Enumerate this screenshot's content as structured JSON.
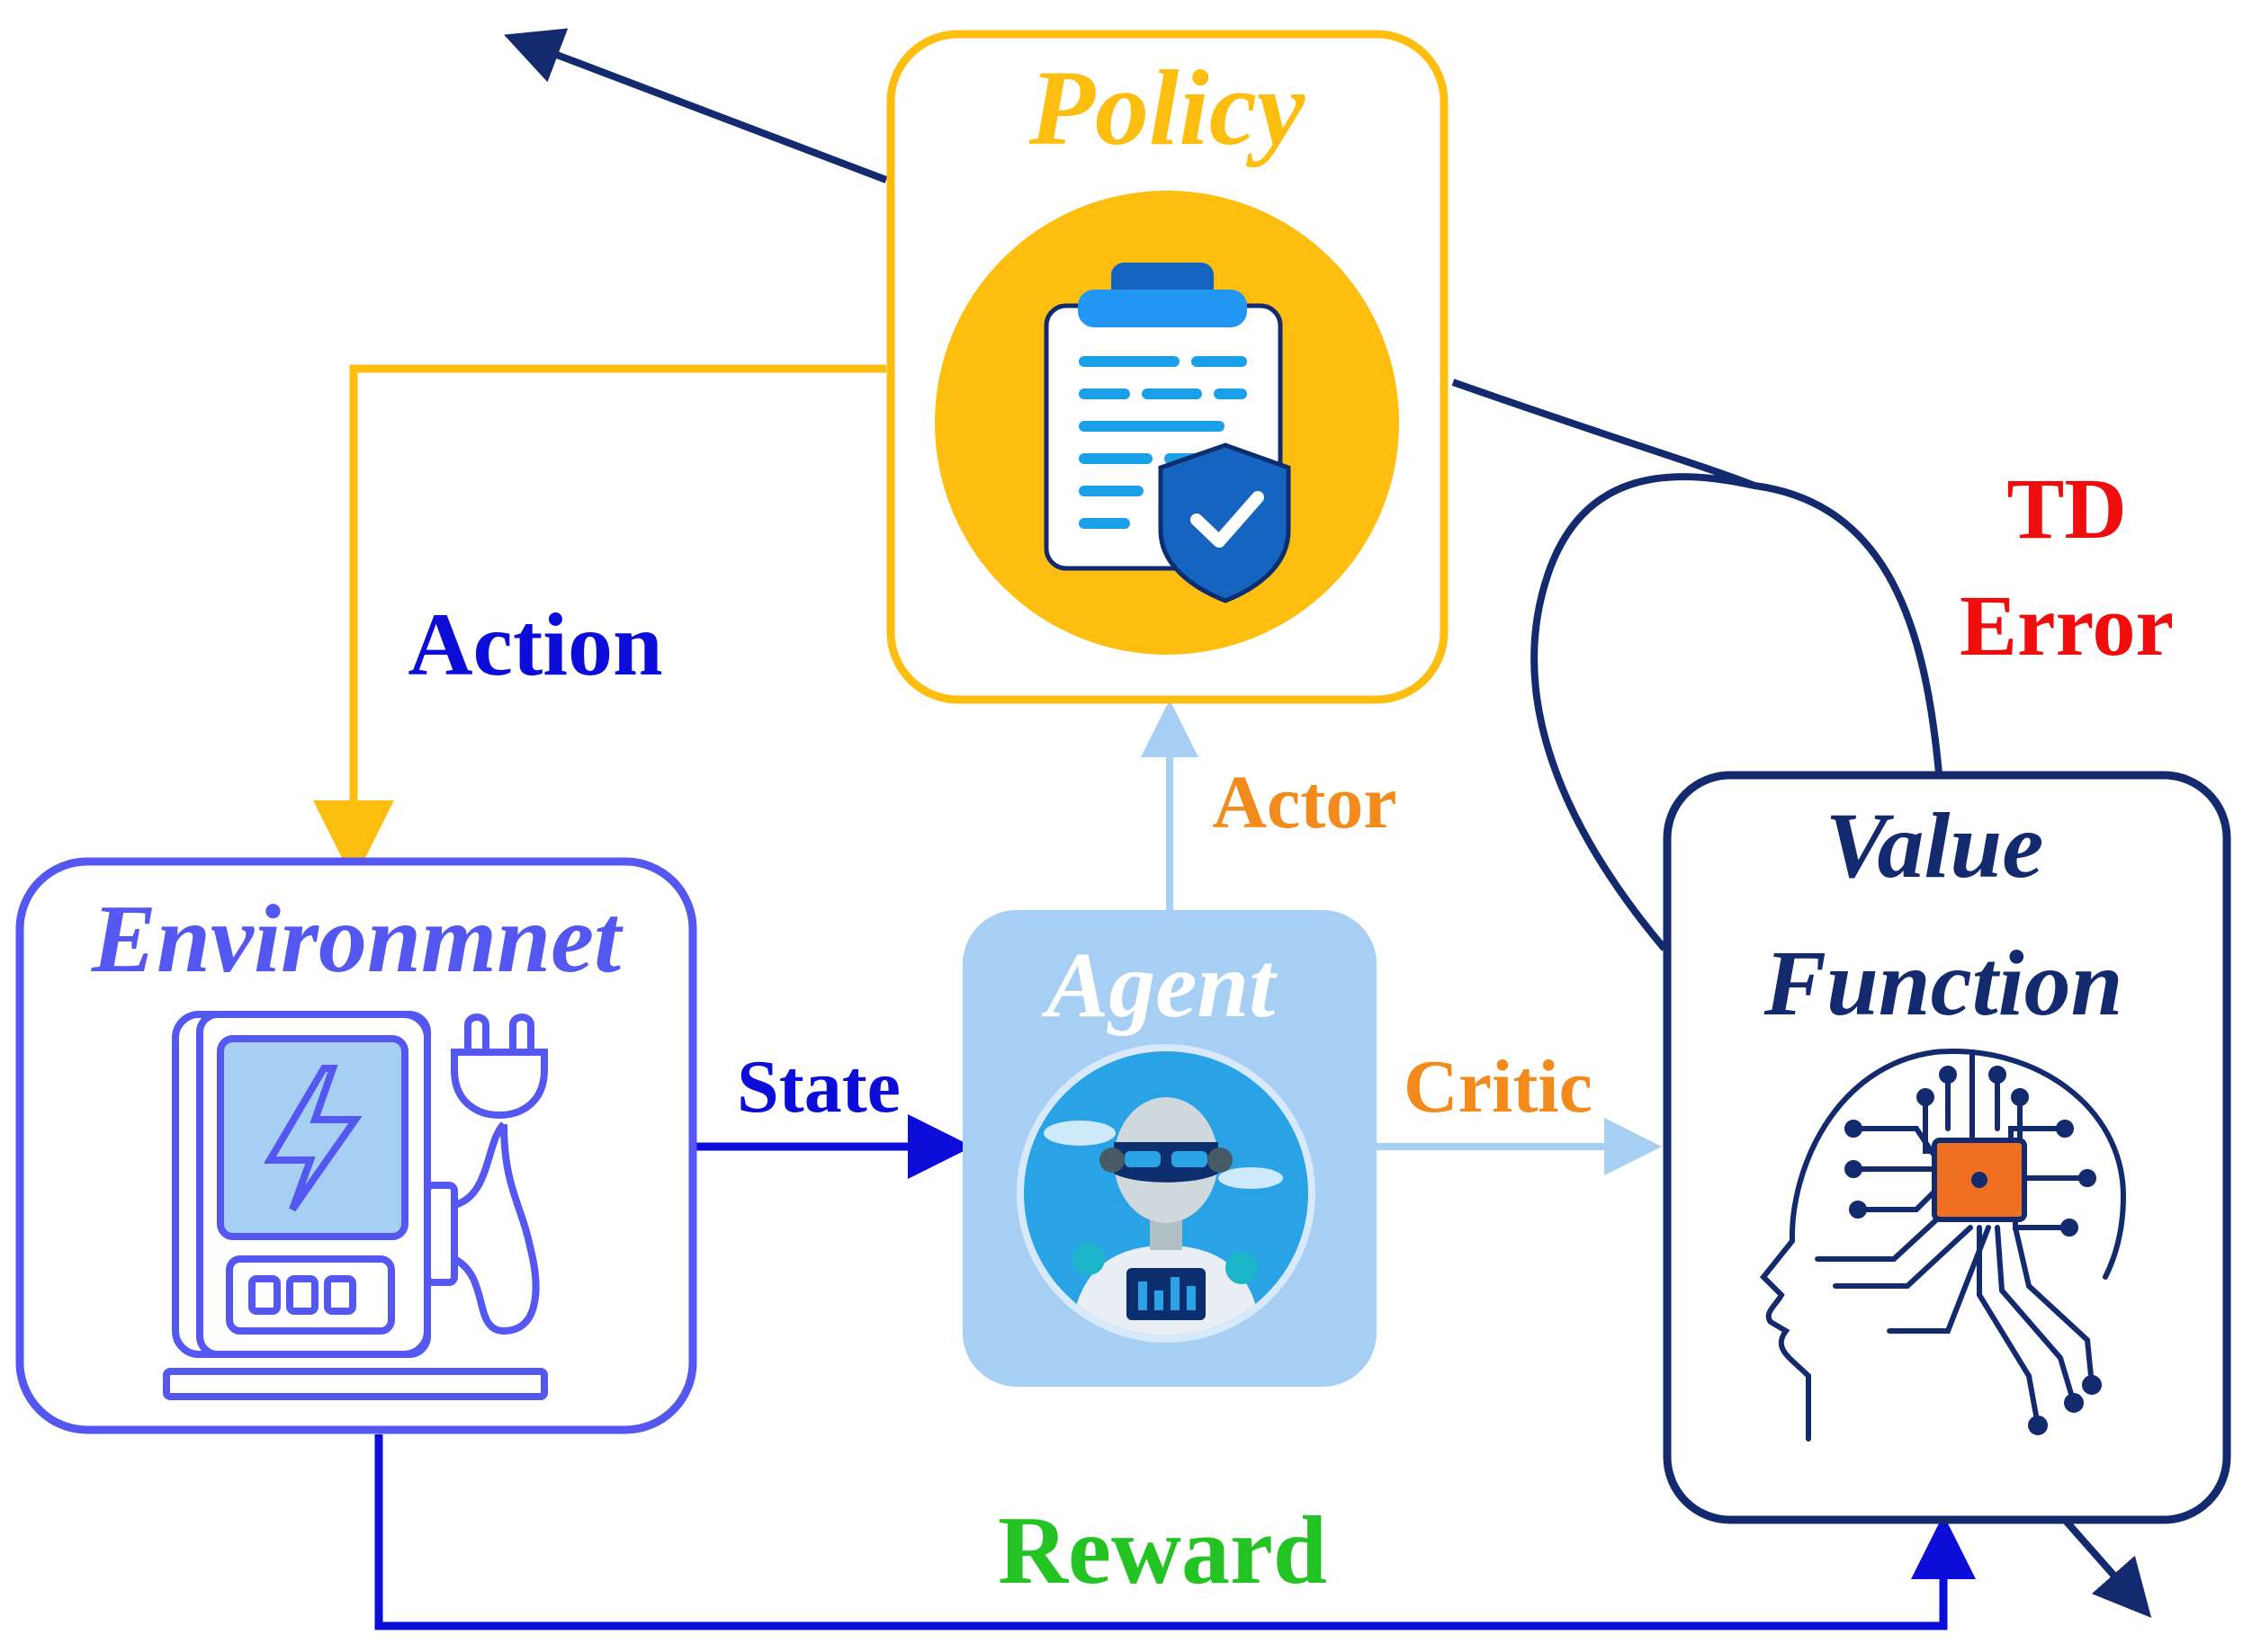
{
  "nodes": {
    "policy": {
      "title": "Policy",
      "color": "#FDBE10",
      "icon": "clipboard-shield-icon"
    },
    "environment": {
      "title": "Environmnet",
      "color": "#5558F0",
      "icon": "ev-charger-icon"
    },
    "agent": {
      "title": "Agent",
      "color": "#A6CFF3",
      "icon": "robot-icon"
    },
    "value_function": {
      "title_line1": "Value",
      "title_line2": "Function",
      "color": "#142A6E",
      "icon": "brain-chip-icon"
    }
  },
  "edges": {
    "action": {
      "label": "Action",
      "color": "#0D0DD9"
    },
    "state": {
      "label": "State",
      "color": "#0D0DD9"
    },
    "actor": {
      "label": "Actor",
      "color": "#F28A1C"
    },
    "critic": {
      "label": "Critic",
      "color": "#F28A1C"
    },
    "reward": {
      "label": "Reward",
      "color": "#22C322"
    },
    "td_error": {
      "label_line1": "TD",
      "label_line2": "Error",
      "color": "#F00D0D"
    }
  }
}
